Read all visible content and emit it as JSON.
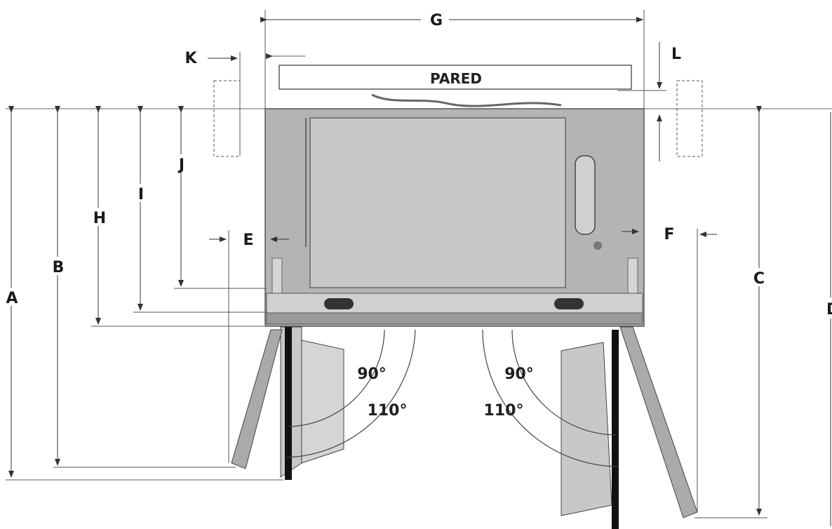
{
  "wall_label": "PARED",
  "dimensions": {
    "A": "A",
    "B": "B",
    "C": "C",
    "D": "D",
    "E": "E",
    "F": "F",
    "G": "G",
    "H": "H",
    "I": "I",
    "J": "J",
    "K": "K",
    "L": "L"
  },
  "door_angles": {
    "left_90": "90°",
    "left_110": "110°",
    "right_90": "90°",
    "right_110": "110°"
  },
  "colors": {
    "cabinet": "#b4b4b4",
    "door_panel": "#c8c8c8",
    "lines": "#333333"
  }
}
